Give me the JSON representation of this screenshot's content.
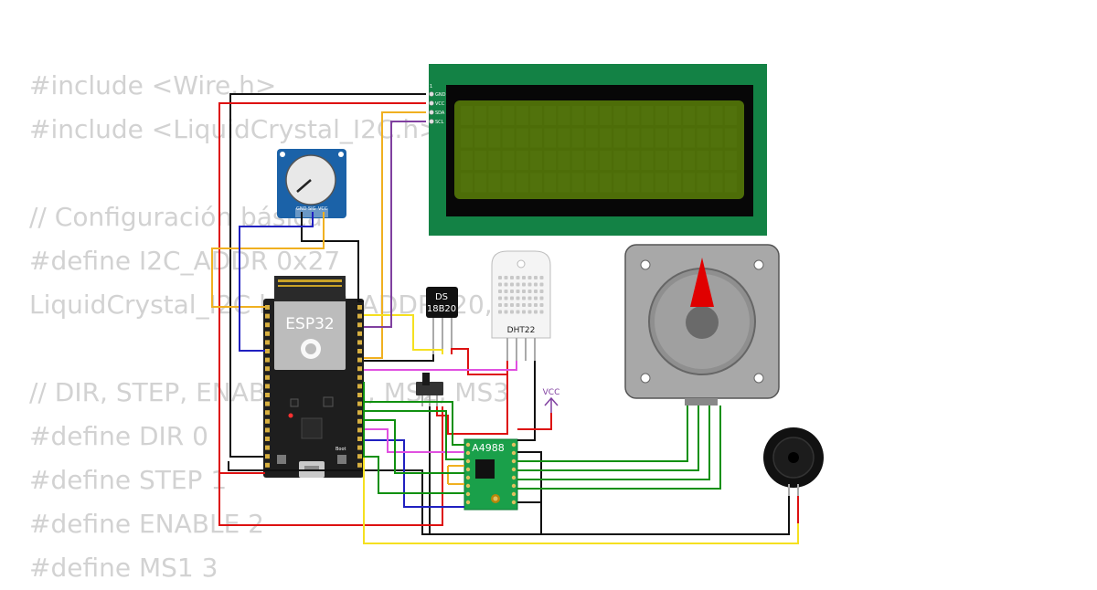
{
  "code_lines": [
    "#include <Wire.h>",
    "#include <LiquidCrystal_I2C.h>",
    "",
    "// Configuración básica",
    "#define I2C_ADDR 0x27",
    "LiquidCrystal_I2C lcd(I2C_ADDR, 20, 4);",
    "",
    "// DIR, STEP, ENABLE, MS1, MS2, MS3",
    "#define DIR 0",
    "#define STEP 1",
    "#define ENABLE 2",
    "#define MS1 3"
  ],
  "components": {
    "esp32": {
      "label": "ESP32",
      "boot_label": "Boot"
    },
    "lcd": {
      "pins": [
        "GND",
        "VCC",
        "SDA",
        "SCL"
      ],
      "pin1_marker": "1",
      "backlight_color": "#4d6d08",
      "frame_color": "#138245"
    },
    "ds18b20": {
      "line1": "DS",
      "line2": "18B20"
    },
    "dht22": {
      "label": "DHT22"
    },
    "a4988": {
      "label": "A4988"
    },
    "vcc_symbol": {
      "label": "VCC"
    },
    "potentiometer": {
      "pins": [
        "GND",
        "SIG",
        "VCC"
      ]
    },
    "stepper": {
      "pointer_color": "#e00000"
    },
    "buzzer": {}
  },
  "wire_colors": {
    "gnd": "#111111",
    "power": "#dd1111",
    "signal_orange": "#f0b020",
    "signal_yellow": "#f5e020",
    "signal_purple": "#8040a0",
    "signal_blue": "#2020c0",
    "signal_green": "#109010",
    "signal_pink": "#e050e0"
  }
}
